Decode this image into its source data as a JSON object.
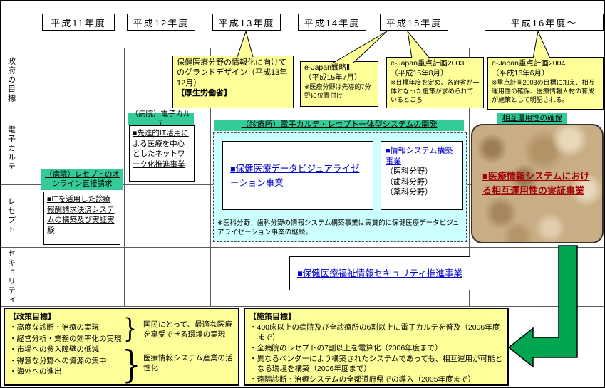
{
  "years": [
    "平成11年度",
    "平成12年度",
    "平成13年度",
    "平成14年度",
    "平成15年度",
    "平成16年度～"
  ],
  "row_labels": {
    "gov": "政府の目標",
    "karte": "電子カルテ",
    "receipt": "レセプト",
    "security": "セキュリティ"
  },
  "callouts": {
    "grand_design": {
      "text": "保健医療分野の情報化に向けてのグランドデザイン（平成13年12月）",
      "org": "【厚生労働省】"
    },
    "strategy2": {
      "title": "e-Japan戦略Ⅱ",
      "date": "（平成15年7月）",
      "note": "※医療分野は先導的7分野に位置付け"
    },
    "plan2003": {
      "title": "e-Japan重点計画2003",
      "date": "（平成15年8月）",
      "note": "※目標年度を定め、各府省が一体となった施策が求められているところ"
    },
    "plan2004": {
      "title": "e-Japan重点計画2004",
      "date": "（平成16年6月）",
      "note": "※重点計画2003の目標に加え、相互運用性の確保、医療情報人材の育成が施策として明記される。"
    }
  },
  "labels": {
    "hospital_karte": "（病院）電子カルテ",
    "clinic_system": "（診療所）電子カルテ・レセプト一体型システムの開発",
    "interop": "相互運用性の確保",
    "hospital_receipt": "（病院）レセプトのオンライン直接請求"
  },
  "programs": {
    "adv_it": "■先進的IT活用による医療を中心としたネットワーク化推進事業",
    "viz": "■保健医療データビジュアライゼーション事業",
    "info_sys": "■情報システム構築事業",
    "info_fields": [
      "（医科分野）",
      "（歯科分野）",
      "（薬科分野）"
    ],
    "container_note": "※医科分野、歯科分野の情報システム構築事業は実質的に保健医療データビジュアライゼーション事業の継続。",
    "interop_demo": "■医療情報システムにおける相互運用性の実証事業",
    "receipt_sys": "■ITを活用した診療報酬請求決済システムの構築及び実証実験",
    "security_prog": "■保健医療福祉情報セキュリティ推進事業"
  },
  "policy": {
    "title": "【政策目標】",
    "items": [
      "・高度な診断・治療の実現",
      "・経営分析・業務の効率化の実現",
      "・市場への参入障壁の低減",
      "・得意な分野への資源の集中",
      "・海外への進出"
    ],
    "outcome_top": "国民にとって、最適な医療を享受できる環境の実現",
    "outcome_bottom": "医療情報システム産業の活性化"
  },
  "measures": {
    "title": "【施策目標】",
    "items": [
      "・400床以上の病院及び全診療所の6割以上に電子カルテを普及（2006年度まで）",
      "・全病院のレセプトの7割以上を電算化（2006年度まで）",
      "・異なるベンダーにより構築されたシステムであっても、相互運用が可能となる環境を構築（2006年度まで）",
      "・遠隔診断・治療システムの全都道府県での導入（2005年度まで）"
    ]
  },
  "ui": {
    "brace": "}"
  },
  "colors": {
    "box_yellow": "#FFFF99",
    "label_green": "#33CC99",
    "container_blue": "#CCFFFF",
    "arrow_green": "#00A651",
    "link_blue": "#0000CC",
    "demo_red": "#A50000"
  }
}
